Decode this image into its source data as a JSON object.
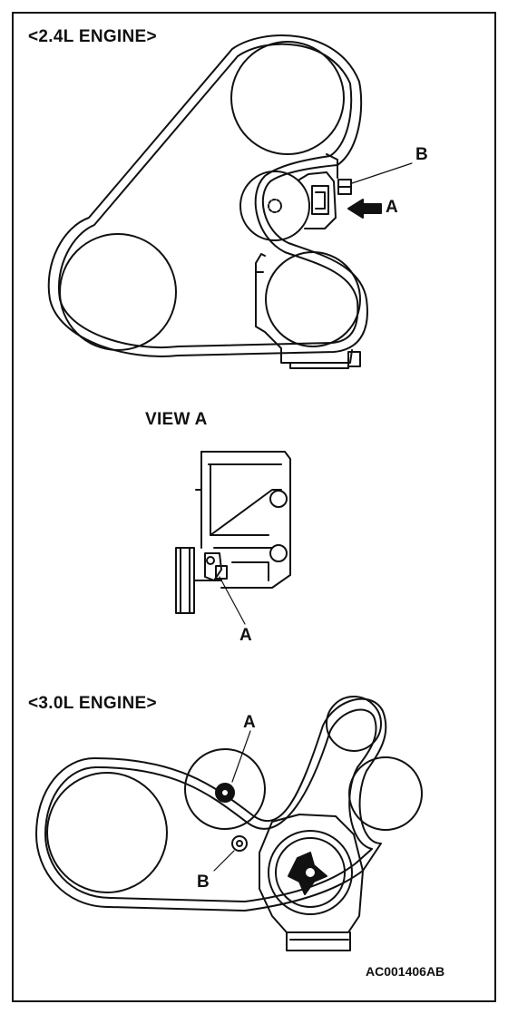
{
  "section_240": {
    "title": "<2.4L ENGINE>",
    "callout_b": "B",
    "callout_a": "A"
  },
  "view_a": {
    "title": "VIEW A",
    "callout_a": "A"
  },
  "section_300": {
    "title": "<3.0L ENGINE>",
    "callout_a": "A",
    "callout_b": "B"
  },
  "figure_code": "AC001406AB"
}
